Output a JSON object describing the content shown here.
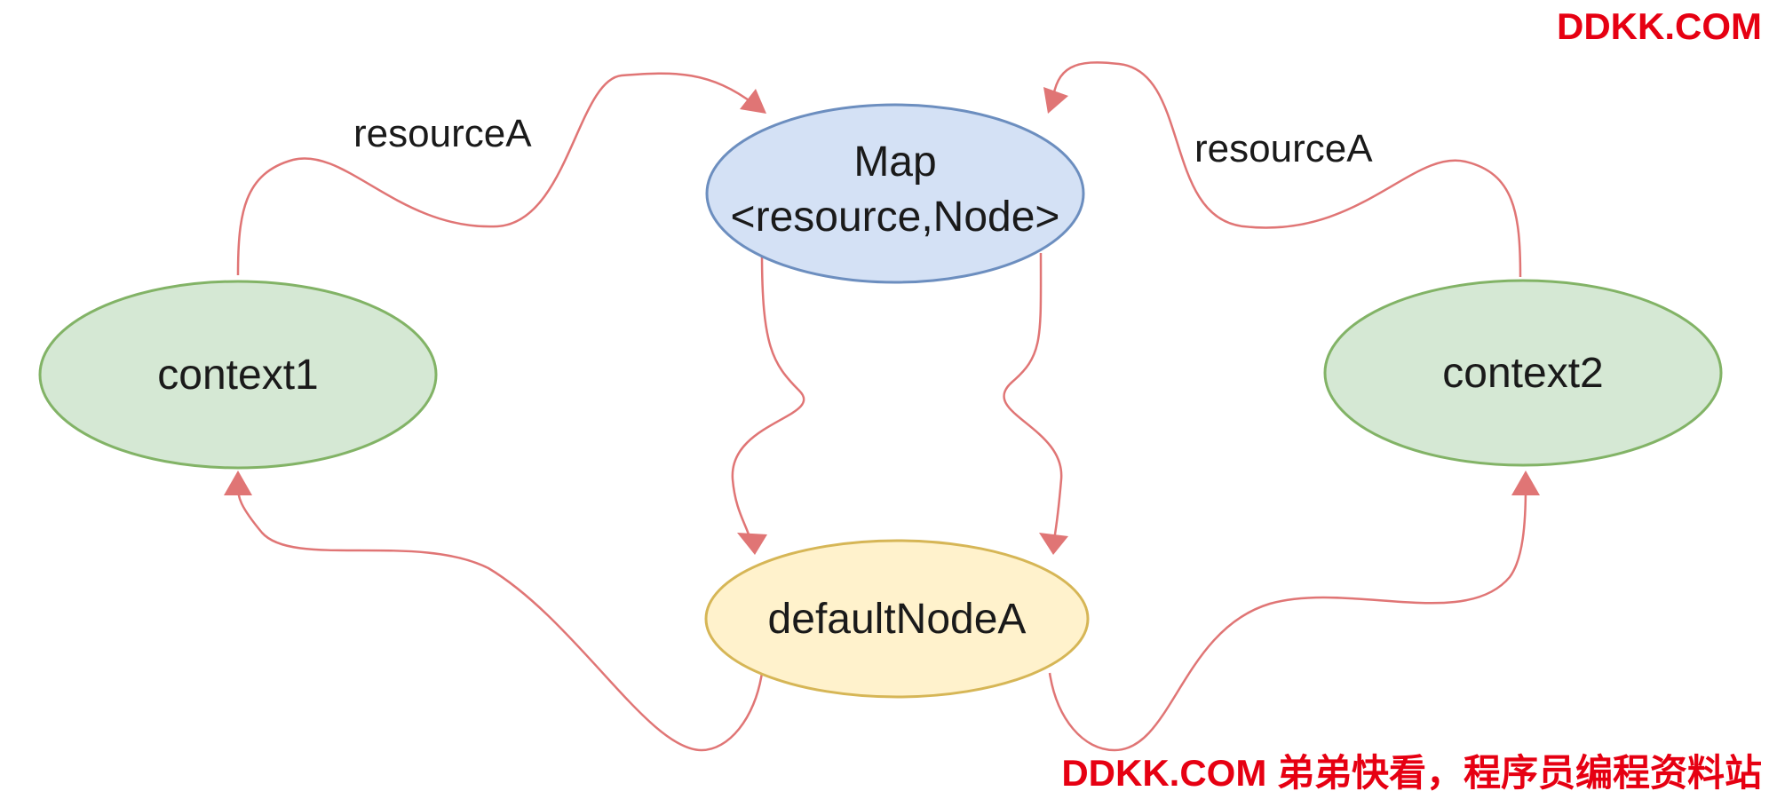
{
  "nodes": {
    "map": {
      "line1": "Map",
      "line2": "<resource,Node>"
    },
    "context1": {
      "label": "context1"
    },
    "context2": {
      "label": "context2"
    },
    "default_node": {
      "label": "defaultNodeA"
    }
  },
  "edge_labels": {
    "left": "resourceA",
    "right": "resourceA"
  },
  "watermarks": {
    "top": "DDKK.COM",
    "bottom": "DDKK.COM 弟弟快看，程序员编程资料站"
  },
  "colors": {
    "edge": "#e07575",
    "map_fill": "#d4e1f5",
    "map_stroke": "#6c8ebf",
    "context_fill": "#d5e8d4",
    "context_stroke": "#82b366",
    "default_fill": "#fff2cc",
    "default_stroke": "#d6b656",
    "watermark": "#e60012"
  }
}
